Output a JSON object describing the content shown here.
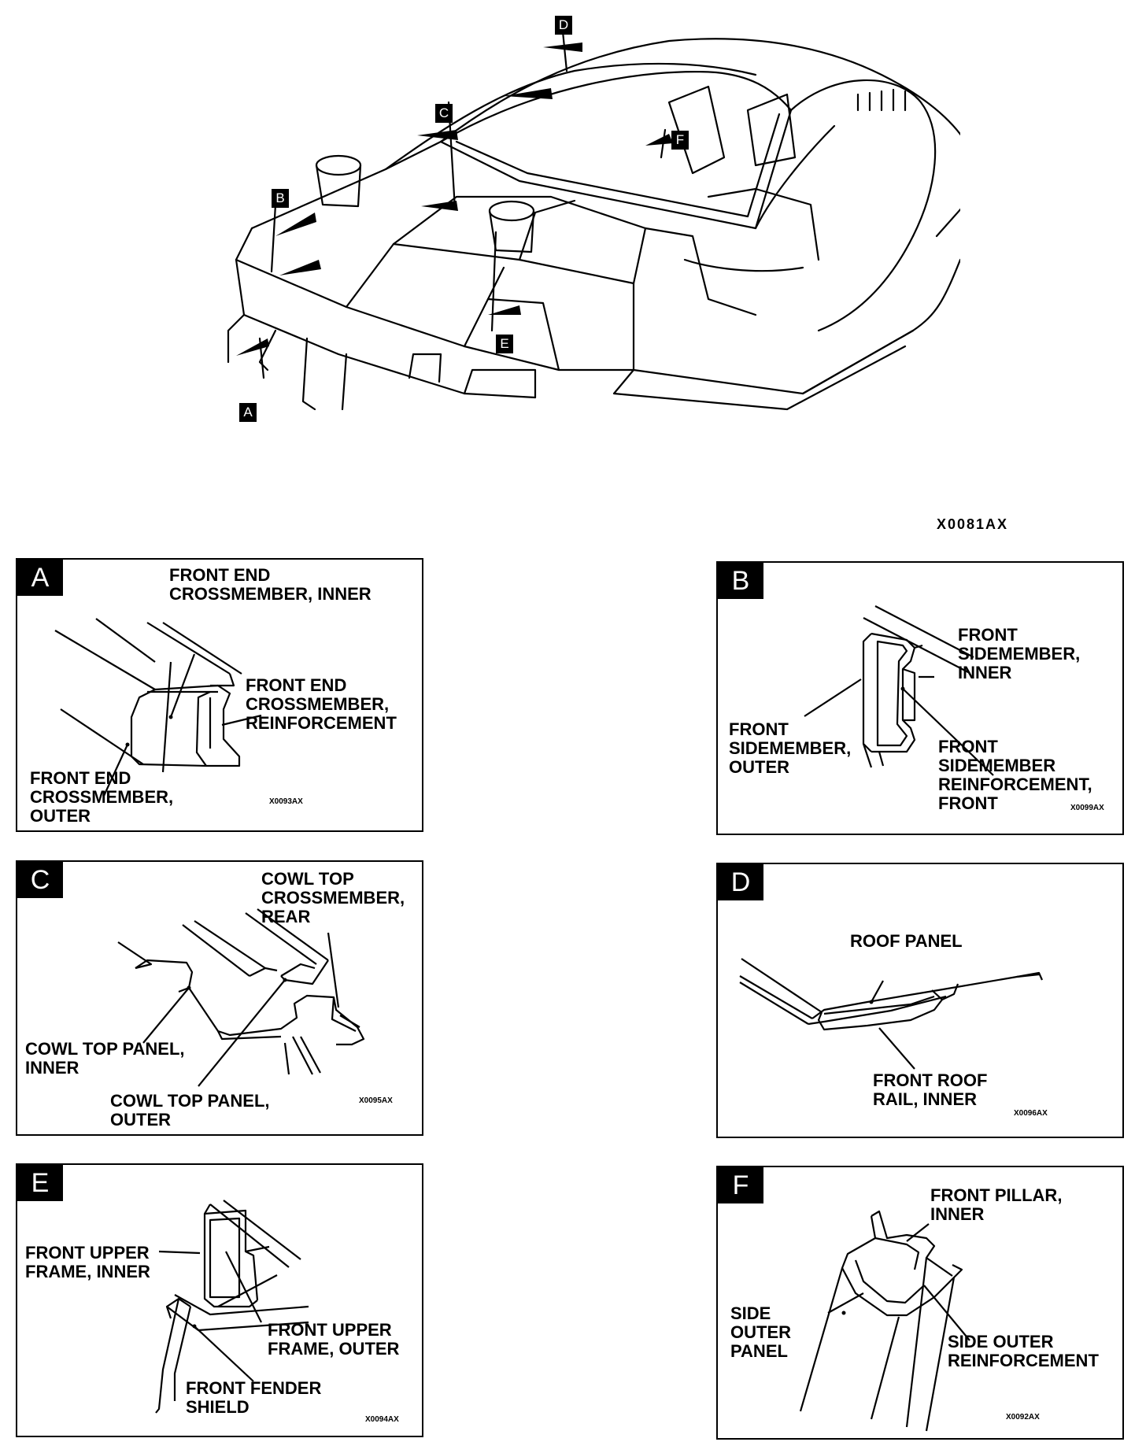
{
  "overview": {
    "callouts": {
      "a": "A",
      "b": "B",
      "c": "C",
      "d": "D",
      "e": "E",
      "f": "F"
    },
    "code": "X0081AX"
  },
  "panels": {
    "a": {
      "tag": "A",
      "code": "X0093AX",
      "labels": [
        "FRONT END\nCROSSMEMBER, INNER",
        "FRONT END\nCROSSMEMBER,\nREINFORCEMENT",
        "FRONT END\nCROSSMEMBER,\nOUTER"
      ]
    },
    "b": {
      "tag": "B",
      "code": "X0099AX",
      "labels": [
        "FRONT\nSIDEMEMBER,\nINNER",
        "FRONT\nSIDEMEMBER,\nOUTER",
        "FRONT\nSIDEMEMBER\nREINFORCEMENT,\nFRONT"
      ]
    },
    "c": {
      "tag": "C",
      "code": "X0095AX",
      "labels": [
        "COWL TOP\nCROSSMEMBER,\nREAR",
        "COWL TOP PANEL,\nINNER",
        "COWL TOP PANEL,\nOUTER"
      ]
    },
    "d": {
      "tag": "D",
      "code": "X0096AX",
      "labels": [
        "ROOF PANEL",
        "FRONT ROOF\nRAIL, INNER"
      ]
    },
    "e": {
      "tag": "E",
      "code": "X0094AX",
      "labels": [
        "FRONT UPPER\nFRAME, INNER",
        "FRONT UPPER\nFRAME, OUTER",
        "FRONT FENDER\nSHIELD"
      ]
    },
    "f": {
      "tag": "F",
      "code": "X0092AX",
      "labels": [
        "FRONT PILLAR,\nINNER",
        "SIDE\nOUTER\nPANEL",
        "SIDE OUTER\nREINFORCEMENT"
      ]
    }
  }
}
